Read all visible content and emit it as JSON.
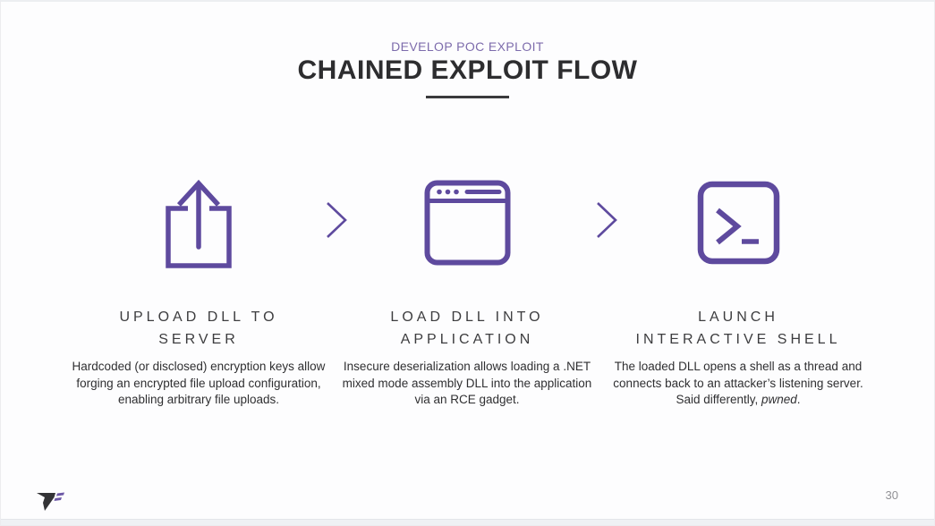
{
  "slide": {
    "kicker": "DEVELOP POC EXPLOIT",
    "title": "CHAINED EXPLOIT FLOW",
    "page_number": "30"
  },
  "colors": {
    "accent_purple": "#5e4a9e",
    "kicker_purple": "#7d6cac",
    "title_dark": "#2d2d2f",
    "heading_gray": "#3d3d3f",
    "body_gray": "#2f2f31",
    "page_number_gray": "#919195"
  },
  "steps": [
    {
      "icon": "upload-icon",
      "heading_line1": "UPLOAD DLL TO",
      "heading_line2": "SERVER",
      "body": "Hardcoded (or disclosed) encryption keys allow forging an encrypted file upload configuration, enabling arbitrary file uploads."
    },
    {
      "icon": "browser-window-icon",
      "heading_line1": "LOAD DLL INTO",
      "heading_line2": "APPLICATION",
      "body": "Insecure deserialization allows loading a .NET mixed mode assembly DLL into the application via an RCE gadget."
    },
    {
      "icon": "terminal-icon",
      "heading_line1": "LAUNCH",
      "heading_line2": "INTERACTIVE SHELL",
      "body_prefix": "The loaded DLL opens a shell as a thread and connects back to an attacker’s listening server. Said differently, ",
      "body_italic": "pwned",
      "body_suffix": "."
    }
  ]
}
